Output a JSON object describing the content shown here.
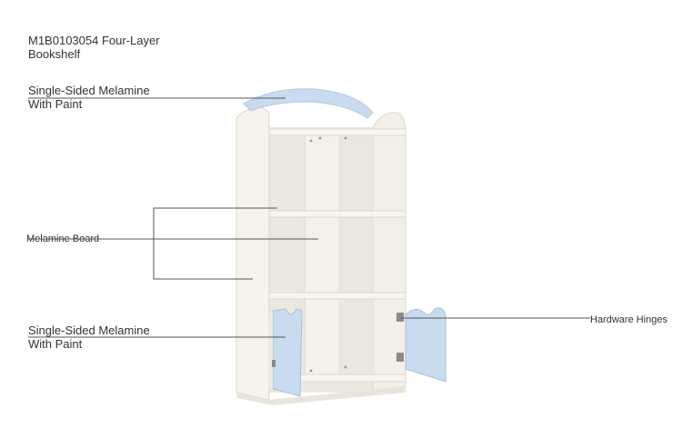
{
  "product": {
    "title_line1": "M1B0103054 Four-Layer",
    "title_line2": "Bookshelf"
  },
  "callouts": {
    "top": {
      "line1": "Single-Sided Melamine",
      "line2": "With Paint"
    },
    "middle": {
      "text": "Melamine Board"
    },
    "bottom": {
      "line1": "Single-Sided Melamine",
      "line2": "With Paint"
    },
    "hinges": {
      "text": "Hardware Hinges"
    }
  },
  "colors": {
    "board": "#f4f1ea",
    "board_shadow": "#e6e2d8",
    "paint_blue": "#c9dcef",
    "hinge_metal": "#8a8a8a",
    "leader_line": "#555555"
  }
}
